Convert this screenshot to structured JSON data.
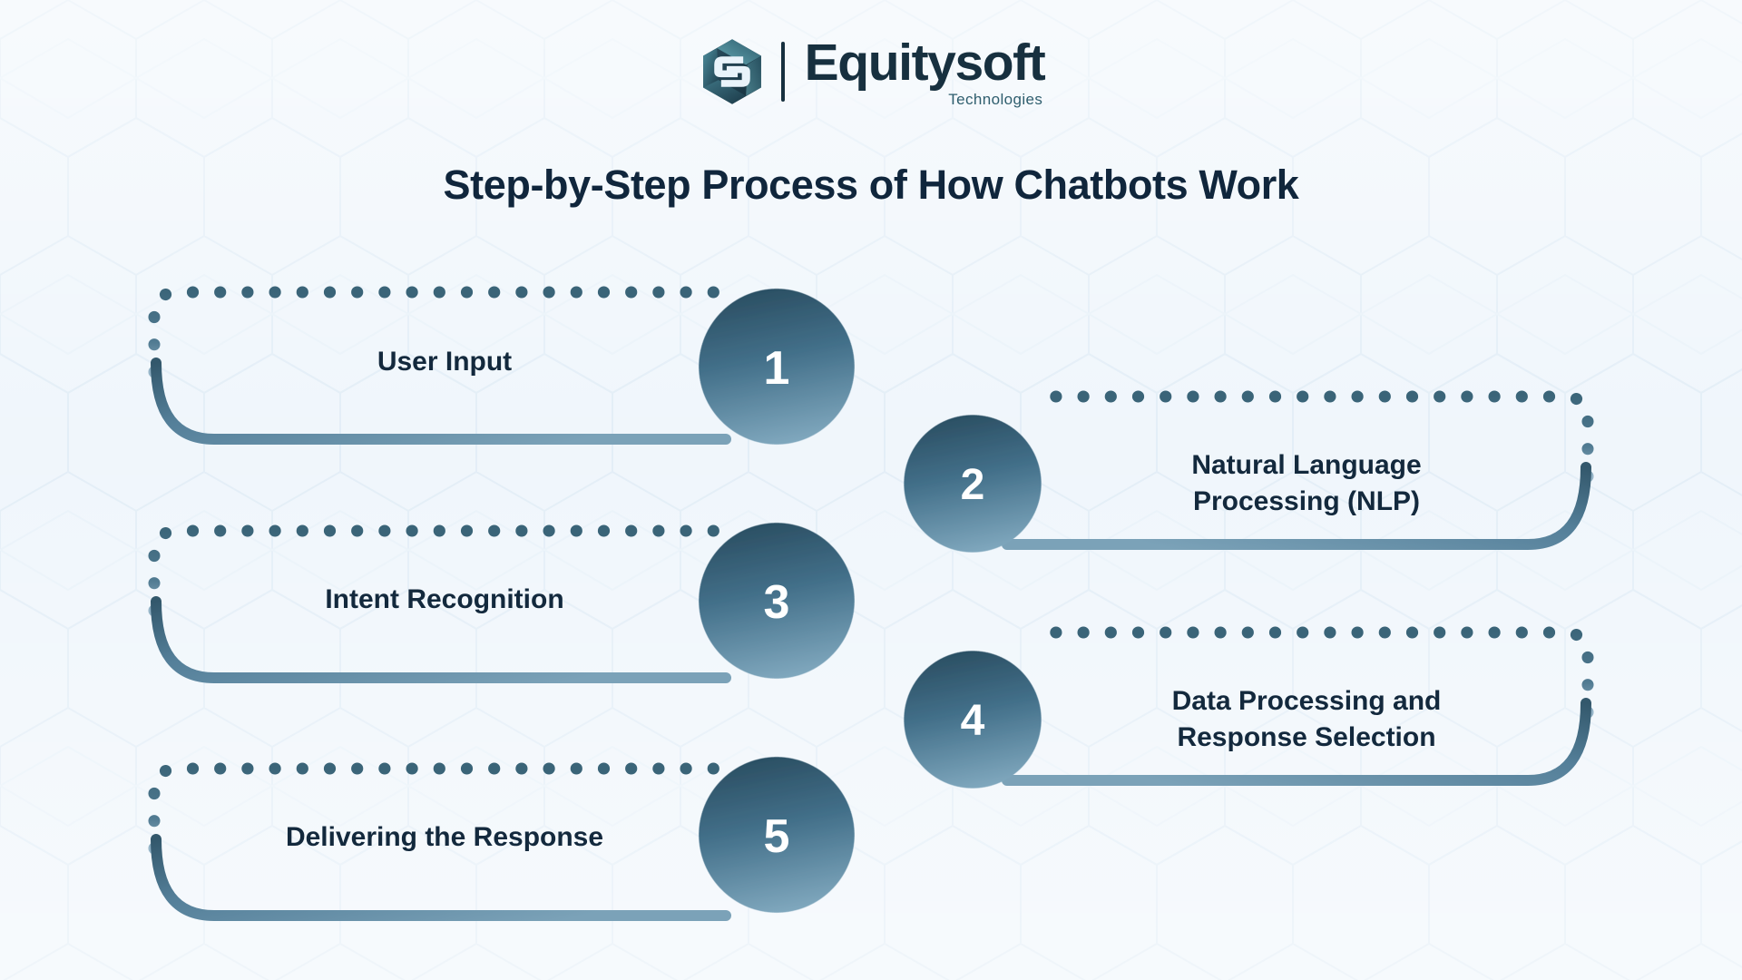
{
  "brand": {
    "logo_icon": "equitysoft-cube-logo-icon",
    "wordmark": "Equitysoft",
    "tagline": "Technologies"
  },
  "title": "Step-by-Step Process of How Chatbots Work",
  "colors": {
    "background": "#eef5fb",
    "title_text": "#10263c",
    "label_text": "#13293d",
    "circle_gradient_top": "#2c5165",
    "circle_gradient_bottom": "#79a1b8",
    "dot_color": "#3a6478",
    "stroke_color": "#5d8aa3",
    "number_text": "#ffffff"
  },
  "diagram": {
    "type": "process-flow",
    "step_count": 5,
    "steps": [
      {
        "number": "1",
        "label": "User Input",
        "side": "left"
      },
      {
        "number": "2",
        "label_line1": "Natural Language",
        "label_line2": "Processing (NLP)",
        "side": "right"
      },
      {
        "number": "3",
        "label": "Intent Recognition",
        "side": "left"
      },
      {
        "number": "4",
        "label_line1": "Data Processing and",
        "label_line2": "Response Selection",
        "side": "right"
      },
      {
        "number": "5",
        "label": "Delivering the Response",
        "side": "left"
      }
    ]
  }
}
